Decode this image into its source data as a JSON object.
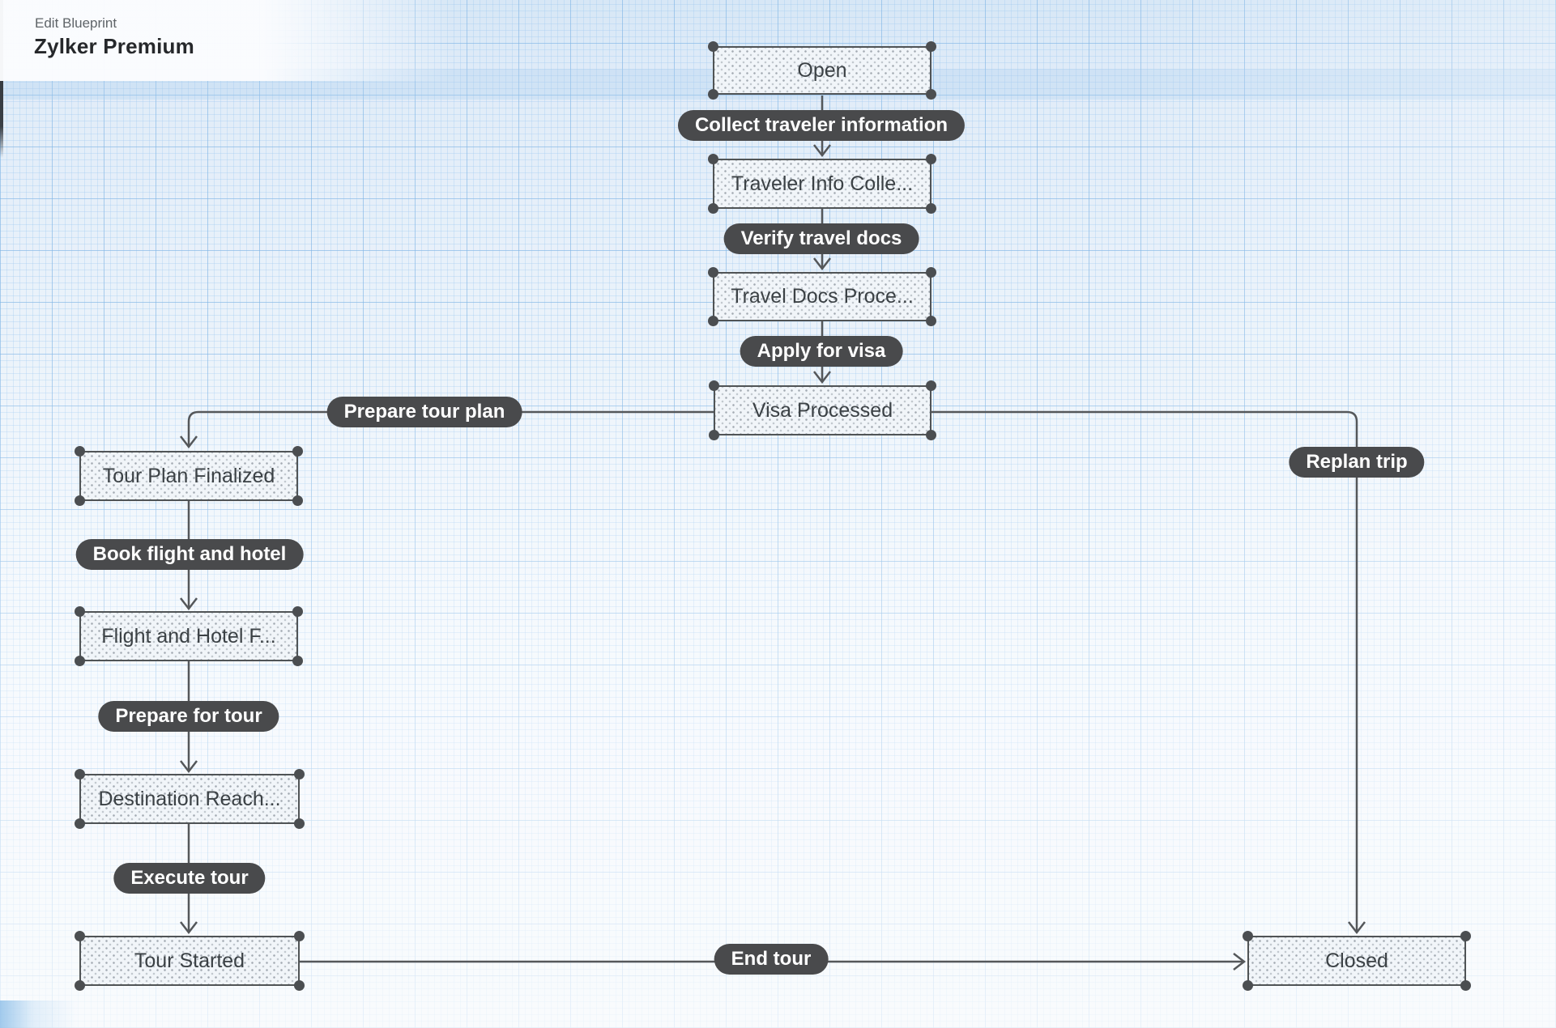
{
  "header": {
    "breadcrumb": "Edit Blueprint",
    "title": "Zylker Premium"
  },
  "nodes": [
    {
      "id": "open",
      "label": "Open"
    },
    {
      "id": "traveler-info",
      "label": "Traveler Info Colle..."
    },
    {
      "id": "travel-docs",
      "label": "Travel Docs Proce..."
    },
    {
      "id": "visa-processed",
      "label": "Visa Processed"
    },
    {
      "id": "tour-plan-finalized",
      "label": "Tour Plan Finalized"
    },
    {
      "id": "flight-and-hotel",
      "label": "Flight and Hotel F..."
    },
    {
      "id": "destination-reached",
      "label": "Destination Reach..."
    },
    {
      "id": "tour-started",
      "label": "Tour Started"
    },
    {
      "id": "closed",
      "label": "Closed"
    }
  ],
  "transitions": [
    {
      "id": "collect-traveler-information",
      "label": "Collect traveler information"
    },
    {
      "id": "verify-travel-docs",
      "label": "Verify travel docs"
    },
    {
      "id": "apply-for-visa",
      "label": "Apply for visa"
    },
    {
      "id": "prepare-tour-plan",
      "label": "Prepare tour plan"
    },
    {
      "id": "replan-trip",
      "label": "Replan trip"
    },
    {
      "id": "book-flight-and-hotel",
      "label": "Book flight and hotel"
    },
    {
      "id": "prepare-for-tour",
      "label": "Prepare for tour"
    },
    {
      "id": "execute-tour",
      "label": "Execute tour"
    },
    {
      "id": "end-tour",
      "label": "End tour"
    }
  ],
  "colors": {
    "transition_pill": "#494a4c",
    "transition_text": "#ffffff",
    "node_border": "#505456",
    "node_fill": "#f1f5f9",
    "node_text": "#3b4145",
    "connector": "#54575a",
    "grid_line": "#7cb2e3",
    "canvas_top": "#d7e7f6",
    "canvas_bottom": "#f8fbfd"
  }
}
